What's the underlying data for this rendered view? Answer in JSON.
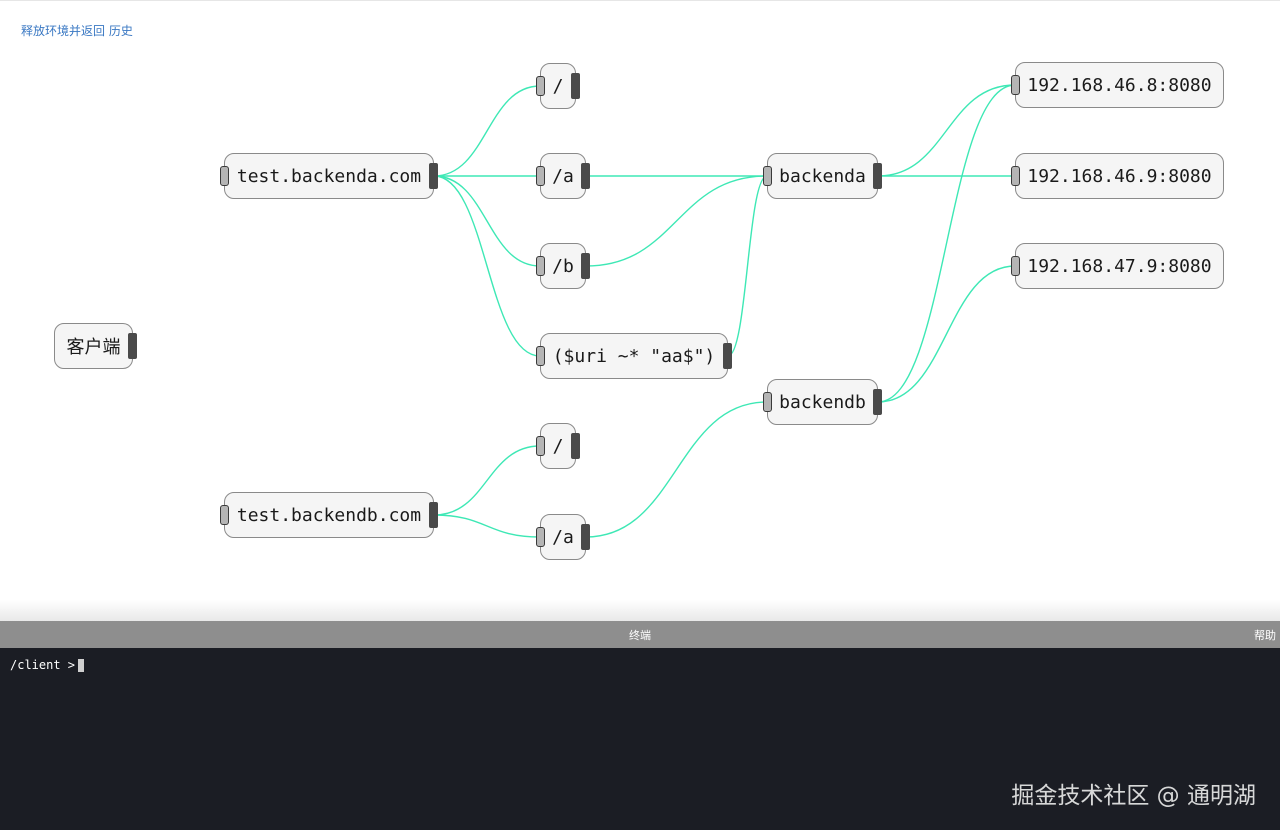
{
  "toolbar": {
    "release_label": "释放环境并返回",
    "history_label": "历史"
  },
  "graph": {
    "edge_color": "#3ee8b5",
    "nodes": {
      "client": "客户端",
      "host_a": "test.backenda.com",
      "host_b": "test.backendb.com",
      "a_root": "/",
      "a_a": "/a",
      "a_b": "/b",
      "a_regex": "($uri ~* \"aa$\")",
      "b_root": "/",
      "b_a": "/a",
      "backenda": "backenda",
      "backendb": "backendb",
      "srv1": "192.168.46.8:8080",
      "srv2": "192.168.46.9:8080",
      "srv3": "192.168.47.9:8080"
    },
    "edges": [
      [
        "host_a",
        "a_root"
      ],
      [
        "host_a",
        "a_a"
      ],
      [
        "host_a",
        "a_b"
      ],
      [
        "host_a",
        "a_regex"
      ],
      [
        "host_b",
        "b_root"
      ],
      [
        "host_b",
        "b_a"
      ],
      [
        "a_a",
        "backenda"
      ],
      [
        "a_b",
        "backenda"
      ],
      [
        "a_regex",
        "backenda"
      ],
      [
        "b_a",
        "backendb"
      ],
      [
        "backenda",
        "srv1"
      ],
      [
        "backenda",
        "srv2"
      ],
      [
        "backendb",
        "srv1"
      ],
      [
        "backendb",
        "srv3"
      ]
    ]
  },
  "terminal": {
    "title": "终端",
    "help_label": "帮助",
    "prompt": "/client > "
  },
  "watermark": "掘金技术社区 @ 通明湖"
}
